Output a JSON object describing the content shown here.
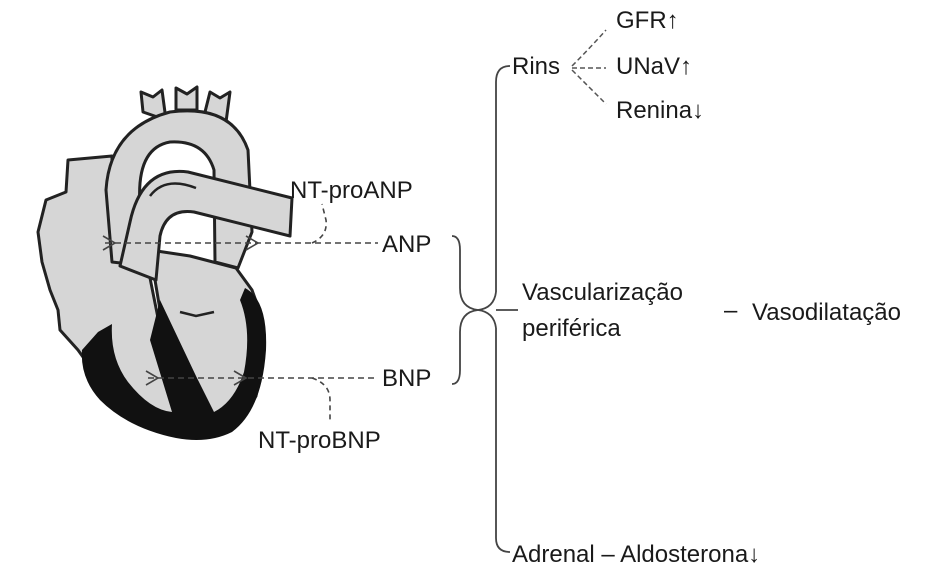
{
  "hormones": {
    "nt_proanp": "NT-proANP",
    "anp": "ANP",
    "bnp": "BNP",
    "nt_probnp": "NT-proBNP"
  },
  "targets": {
    "kidney": {
      "label": "Rins",
      "effects": [
        "GFR↑",
        "UNaV↑",
        "Renina↓"
      ]
    },
    "vascular": {
      "line1": "Vascularização",
      "line2": "periférica",
      "dash": "–",
      "effect": "Vasodilatação"
    },
    "adrenal": "Adrenal – Aldosterona↓"
  },
  "colors": {
    "heart_fill": "#d6d6d6",
    "heart_stroke": "#222222",
    "myocardium": "#111111",
    "line": "#444444"
  }
}
